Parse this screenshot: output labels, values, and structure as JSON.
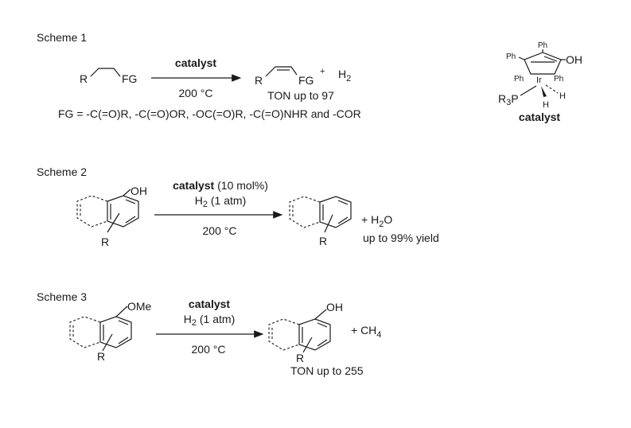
{
  "scheme1": {
    "title": "Scheme 1",
    "sub_r": "R",
    "sub_fg": "FG",
    "arrow_top": "catalyst",
    "arrow_bottom": "200 °C",
    "prod_r": "R",
    "prod_fg": "FG",
    "plus": "+",
    "h2": "H",
    "h2_sub": "2",
    "ton": "TON up to 97",
    "fg_line": "FG = -C(=O)R, -C(=O)OR, -OC(=O)R, -C(=O)NHR and -COR"
  },
  "catalyst": {
    "ph_top": "Ph",
    "ph_left": "Ph",
    "oh": "OH",
    "ph_lower_left": "Ph",
    "ir": "Ir",
    "ph_lower_right": "Ph",
    "r3p": "R",
    "r3p_sub": "3",
    "r3p_p": "P",
    "h_right": "H",
    "h_bottom": "H",
    "label": "catalyst"
  },
  "scheme2": {
    "title": "Scheme 2",
    "oh": "OH",
    "r": "R",
    "arrow_top_bold": "catalyst",
    "arrow_top_rest": " (10 mol%)",
    "arrow_mid": "H",
    "arrow_mid_sub": "2",
    "arrow_mid_rest": " (1 atm)",
    "arrow_bottom": "200 °C",
    "prod_r": "R",
    "plus_h2o_a": "+ H",
    "plus_h2o_sub": "2",
    "plus_h2o_b": "O",
    "yield": "up to 99% yield"
  },
  "scheme3": {
    "title": "Scheme 3",
    "ome": "OMe",
    "r": "R",
    "arrow_top": "catalyst",
    "arrow_mid": "H",
    "arrow_mid_sub": "2",
    "arrow_mid_rest": " (1 atm)",
    "arrow_bottom": "200 °C",
    "prod_oh": "OH",
    "prod_r": "R",
    "plus_ch4_a": "+ CH",
    "plus_ch4_sub": "4",
    "ton": "TON up to 255"
  }
}
